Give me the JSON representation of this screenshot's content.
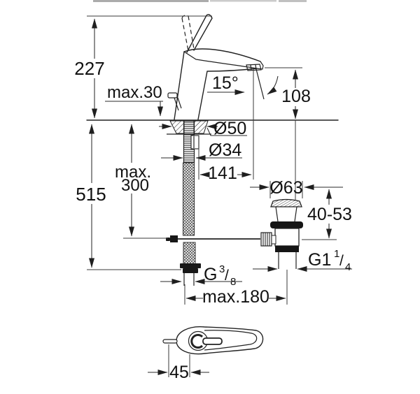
{
  "diagram": {
    "background": "#ffffff",
    "line_color": "#1f1f1f",
    "dimensions": {
      "height_above_deck": "227",
      "max_deck_thickness": "max.30",
      "spout_angle": "15°",
      "spout_outlet_height": "108",
      "body_base_diameter": "Ø50",
      "mounting_hole_diameter": "Ø34",
      "spout_reach": "141",
      "pull_rod_max_prefix": "max.",
      "pull_rod_max_value": "300",
      "overall_height_with_hoses": "515",
      "waste_flange_diameter": "Ø63",
      "deck_clamping_range": "40-53",
      "max_waste_distance": "max.180",
      "lever_pin_offset": "45",
      "waste_thread": {
        "base": "G1",
        "numerator": "1",
        "slash": "/",
        "denominator": "4"
      },
      "supply_thread": {
        "base": "G",
        "numerator": "3",
        "slash": "/",
        "denominator": "8"
      }
    }
  }
}
